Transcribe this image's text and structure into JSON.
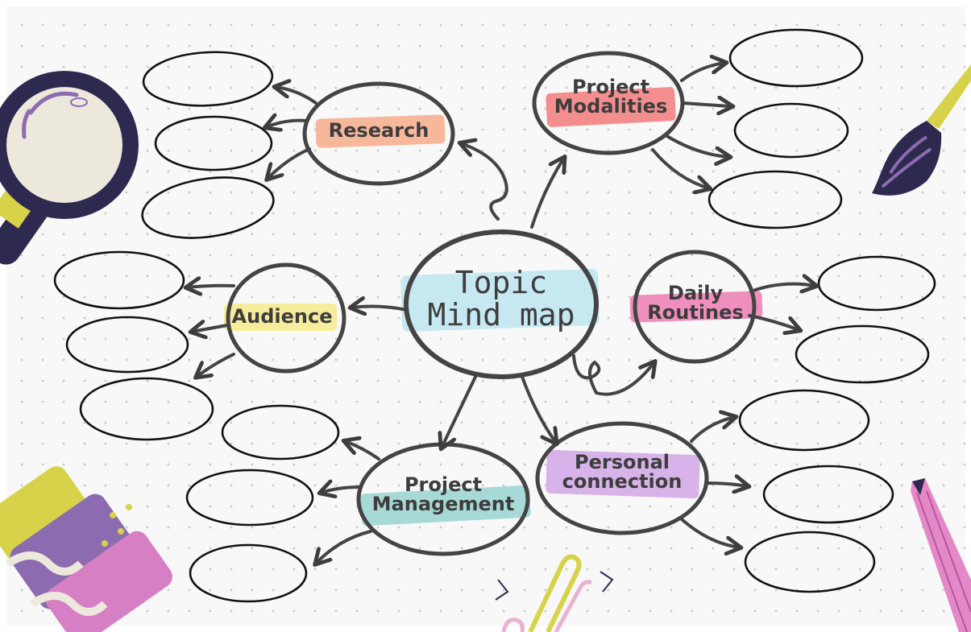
{
  "center": {
    "line1": "Topic",
    "line2": "Mind map",
    "highlight": "#c6e8f0"
  },
  "nodes": {
    "research": {
      "label": "Research",
      "highlight": "#f6b79b"
    },
    "modalities": {
      "line1": "Project",
      "line2": "Modalities",
      "highlight": "#f48e8e"
    },
    "audience": {
      "label": "Audience",
      "highlight": "#f7ec9b"
    },
    "routines": {
      "line1": "Daily",
      "line2": "Routines",
      "highlight": "#ef8fbd"
    },
    "management": {
      "line1": "Project",
      "line2": "Management",
      "highlight": "#a7d9d6"
    },
    "connection": {
      "line1": "Personal",
      "line2": "connection",
      "highlight": "#d7b3ea"
    }
  },
  "colors": {
    "ink": "#3d3d3d",
    "navy": "#2e2a4f",
    "cream": "#ece8dc",
    "purple": "#8d6bb0",
    "pink": "#d67fc4",
    "yellow": "#d7d24a"
  }
}
